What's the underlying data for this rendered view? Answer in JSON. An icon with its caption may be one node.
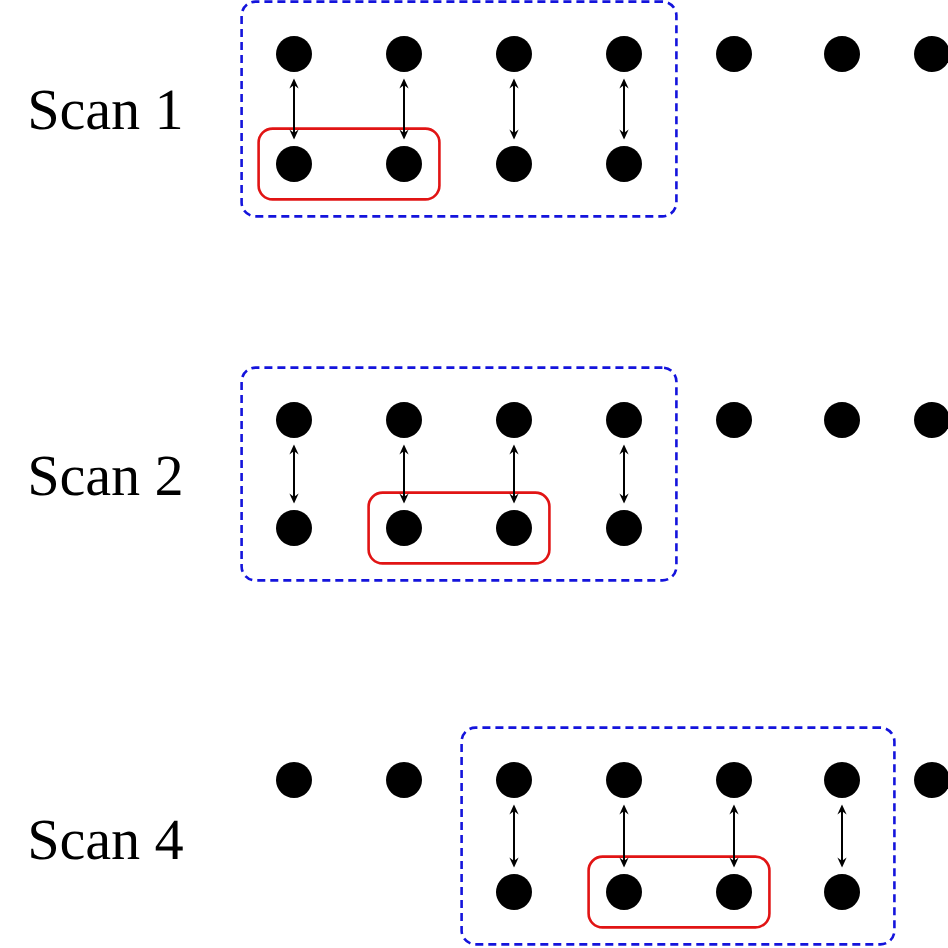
{
  "diagram": {
    "nodes": [
      {
        "text": [],
        "shape": "box"
      },
      {
        "text": [],
        "shape": "box",
        "in": 0
      },
      {
        "text": [],
        "shape": "circle",
        "in": 0
      },
      {
        "text": [],
        "shape": "circle",
        "in": 0
      },
      {
        "text": [],
        "shape": "circle",
        "in": 0
      },
      {
        "text": [],
        "shape": "circle",
        "in": 0
      },
      {
        "text": [],
        "shape": "circle"
      },
      {
        "text": [],
        "shape": "circle"
      },
      {
        "text": [],
        "shape": "circle"
      },
      {
        "text": [],
        "shape": "circle",
        "in": 1
      },
      {
        "text": [],
        "shape": "circle",
        "in": 1
      },
      {
        "text": [],
        "shape": "circle",
        "in": 0
      },
      {
        "text": [],
        "shape": "circle",
        "in": 0
      },
      {
        "text": [],
        "shape": "box"
      },
      {
        "text": [],
        "shape": "box",
        "in": 13
      },
      {
        "text": [],
        "shape": "circle",
        "in": 13
      },
      {
        "text": [],
        "shape": "circle",
        "in": 13
      },
      {
        "text": [],
        "shape": "circle",
        "in": 13
      },
      {
        "text": [],
        "shape": "circle",
        "in": 13
      },
      {
        "text": [],
        "shape": "circle"
      },
      {
        "text": [],
        "shape": "circle"
      },
      {
        "text": [],
        "shape": "circle"
      },
      {
        "text": [],
        "shape": "circle",
        "in": 13
      },
      {
        "text": [],
        "shape": "circle",
        "in": 14
      },
      {
        "text": [],
        "shape": "circle",
        "in": 14
      },
      {
        "text": [],
        "shape": "circle",
        "in": 13
      },
      {
        "text": [],
        "shape": "box"
      },
      {
        "text": [],
        "shape": "box",
        "in": 26
      },
      {
        "text": [],
        "shape": "circle"
      },
      {
        "text": [],
        "shape": "circle"
      },
      {
        "text": [],
        "shape": "circle",
        "in": 26
      },
      {
        "text": [],
        "shape": "circle",
        "in": 26
      },
      {
        "text": [],
        "shape": "circle",
        "in": 26
      },
      {
        "text": [],
        "shape": "circle",
        "in": 26
      },
      {
        "text": [],
        "shape": "circle"
      },
      {
        "text": [],
        "shape": "circle",
        "in": 26
      },
      {
        "text": [],
        "shape": "circle",
        "in": 27
      },
      {
        "text": [],
        "shape": "circle",
        "in": 27
      },
      {
        "text": [],
        "shape": "circle",
        "in": 26
      }
    ],
    "edges": [
      {
        "from": 2,
        "to": 9,
        "arrow": "both"
      },
      {
        "from": 3,
        "to": 10,
        "arrow": "both"
      },
      {
        "from": 4,
        "to": 11,
        "arrow": "both"
      },
      {
        "from": 5,
        "to": 12,
        "arrow": "both"
      },
      {
        "from": 15,
        "to": 22,
        "arrow": "both"
      },
      {
        "from": 16,
        "to": 23,
        "arrow": "both"
      },
      {
        "from": 17,
        "to": 24,
        "arrow": "both"
      },
      {
        "from": 18,
        "to": 25,
        "arrow": "both"
      },
      {
        "from": 30,
        "to": 35,
        "arrow": "both"
      },
      {
        "from": 31,
        "to": 36,
        "arrow": "both"
      },
      {
        "from": 32,
        "to": 37,
        "arrow": "both"
      },
      {
        "from": 33,
        "to": 38,
        "arrow": "both"
      }
    ],
    "labels": [
      "Scan 1",
      "Scan 2",
      "Scan 4"
    ]
  }
}
